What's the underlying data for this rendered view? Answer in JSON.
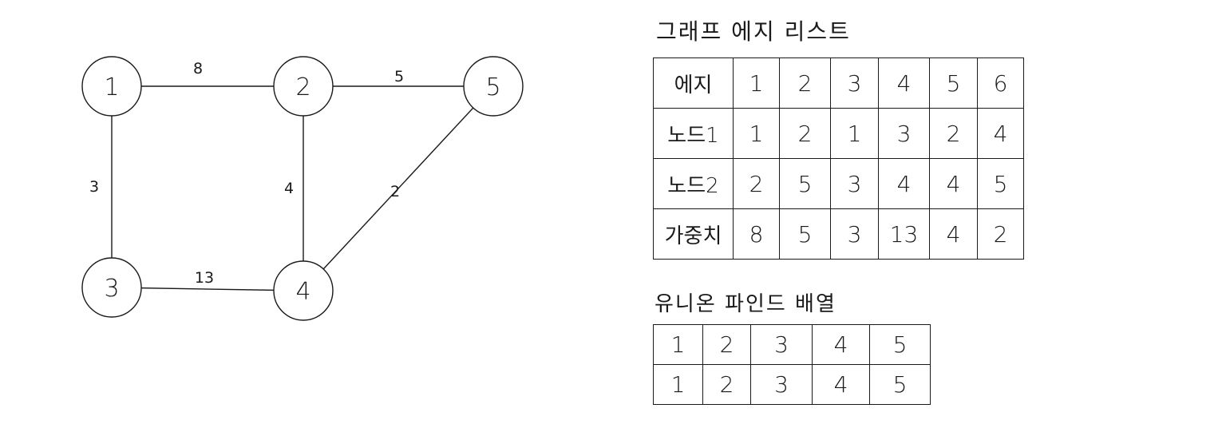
{
  "graph": {
    "nodes": [
      {
        "id": 1,
        "label": "1"
      },
      {
        "id": 2,
        "label": "2"
      },
      {
        "id": 3,
        "label": "3"
      },
      {
        "id": 4,
        "label": "4"
      },
      {
        "id": 5,
        "label": "5"
      }
    ],
    "edges": [
      {
        "from": 1,
        "to": 2,
        "weight": "8"
      },
      {
        "from": 2,
        "to": 5,
        "weight": "5"
      },
      {
        "from": 1,
        "to": 3,
        "weight": "3"
      },
      {
        "from": 2,
        "to": 4,
        "weight": "4"
      },
      {
        "from": 5,
        "to": 4,
        "weight": "2"
      },
      {
        "from": 3,
        "to": 4,
        "weight": "13"
      }
    ]
  },
  "edge_list": {
    "title": "그래프 에지 리스트",
    "rows": [
      {
        "head": "에지",
        "cells": [
          "1",
          "2",
          "3",
          "4",
          "5",
          "6"
        ]
      },
      {
        "head": "노드1",
        "cells": [
          "1",
          "2",
          "1",
          "3",
          "2",
          "4"
        ]
      },
      {
        "head": "노드2",
        "cells": [
          "2",
          "5",
          "3",
          "4",
          "4",
          "5"
        ]
      },
      {
        "head": "가중치",
        "cells": [
          "8",
          "5",
          "3",
          "13",
          "4",
          "2"
        ]
      }
    ]
  },
  "union_find": {
    "title": "유니온 파인드 배열",
    "rows": [
      [
        "1",
        "2",
        "3",
        "4",
        "5"
      ],
      [
        "1",
        "2",
        "3",
        "4",
        "5"
      ]
    ]
  }
}
